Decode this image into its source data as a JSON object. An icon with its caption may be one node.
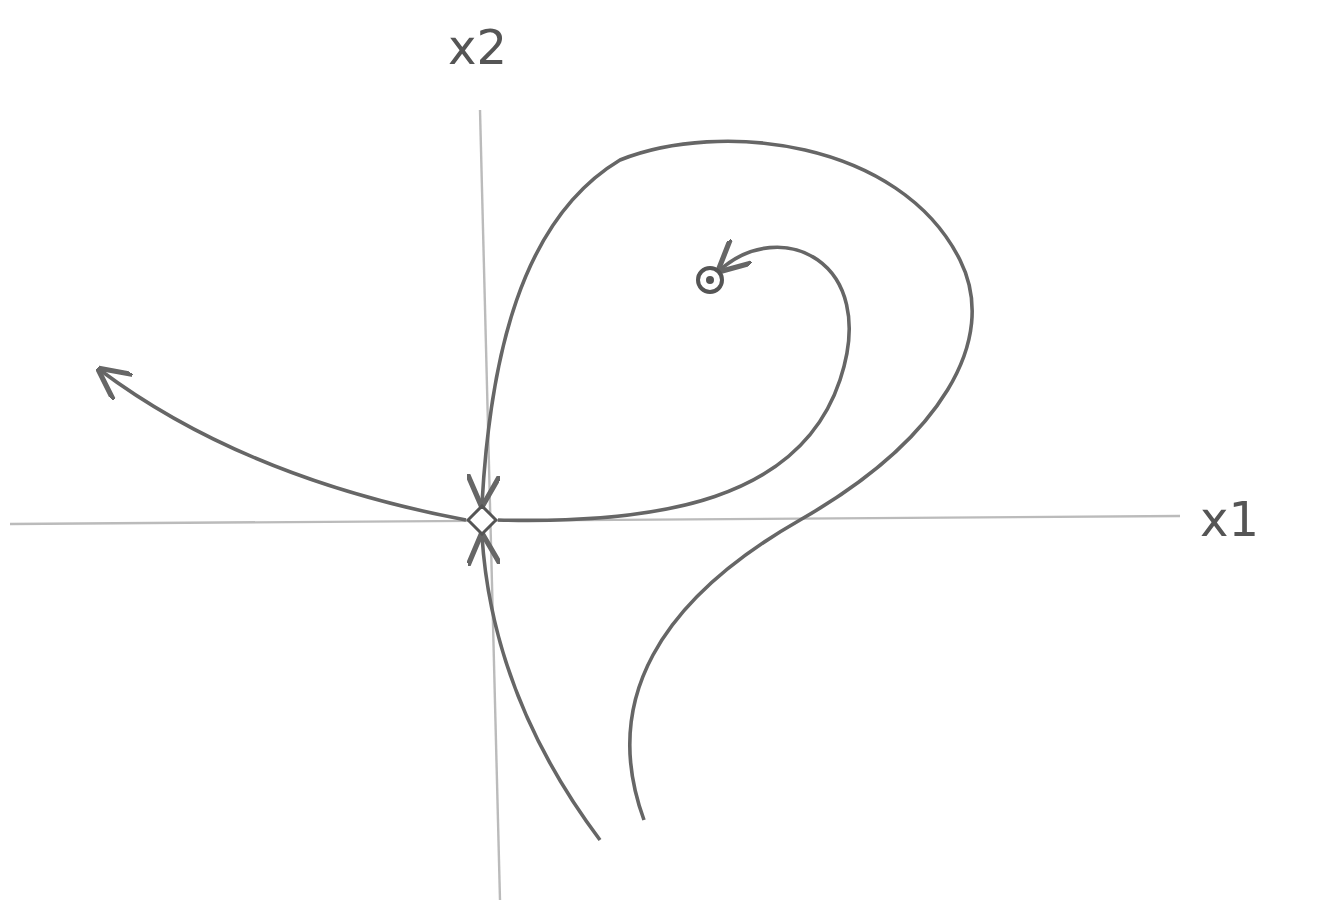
{
  "diagram": {
    "nodes": [
      {
        "text": [],
        "shape": "diamond"
      },
      {
        "text": [],
        "shape": "circle"
      }
    ],
    "edges": [
      {
        "from": 0,
        "to": 1,
        "arrow": "to"
      },
      {
        "from": null,
        "to": 0,
        "arrow": "to"
      },
      {
        "from": null,
        "to": 0,
        "arrow": "to"
      },
      {
        "from": 0,
        "to": null,
        "arrow": "to"
      }
    ],
    "labels": [
      "x2",
      "x1"
    ]
  }
}
